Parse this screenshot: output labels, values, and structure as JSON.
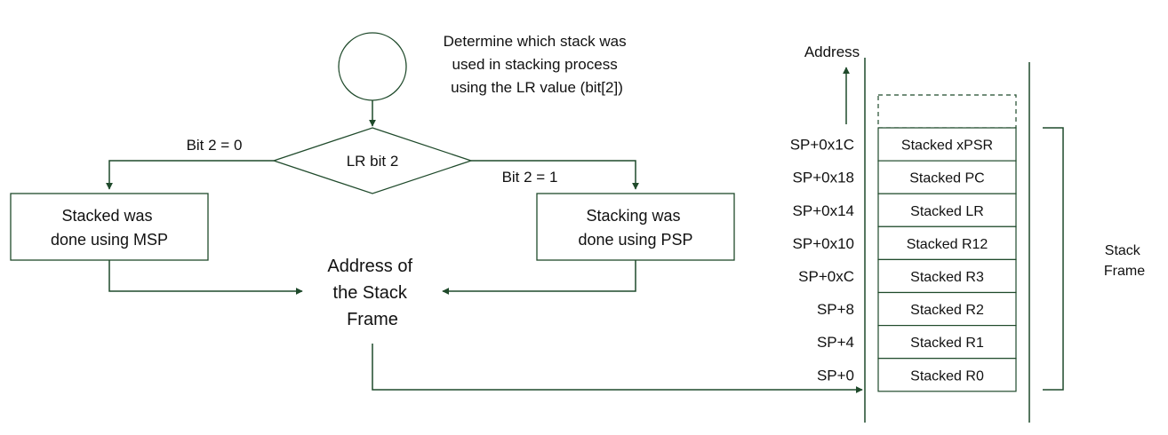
{
  "flowchart": {
    "note": [
      "Determine which stack was",
      "used in stacking process",
      "using the LR value (bit[2])"
    ],
    "decision_label": "LR bit 2",
    "left_branch_label": "Bit 2 = 0",
    "right_branch_label": "Bit 2 = 1",
    "msp_box": [
      "Stacked was",
      "done using MSP"
    ],
    "psp_box": [
      "Stacking was",
      "done using PSP"
    ],
    "result": [
      "Address of",
      "the Stack",
      "Frame"
    ]
  },
  "stack": {
    "axis_label": "Address",
    "offsets": [
      "SP+0x1C",
      "SP+0x18",
      "SP+0x14",
      "SP+0x10",
      "SP+0xC",
      "SP+8",
      "SP+4",
      "SP+0"
    ],
    "entries": [
      "Stacked xPSR",
      "Stacked PC",
      "Stacked LR",
      "Stacked R12",
      "Stacked R3",
      "Stacked R2",
      "Stacked R1",
      "Stacked R0"
    ],
    "frame_label": [
      "Stack",
      "Frame"
    ]
  },
  "colors": {
    "line": "#1f4a2b",
    "text": "#111111"
  }
}
